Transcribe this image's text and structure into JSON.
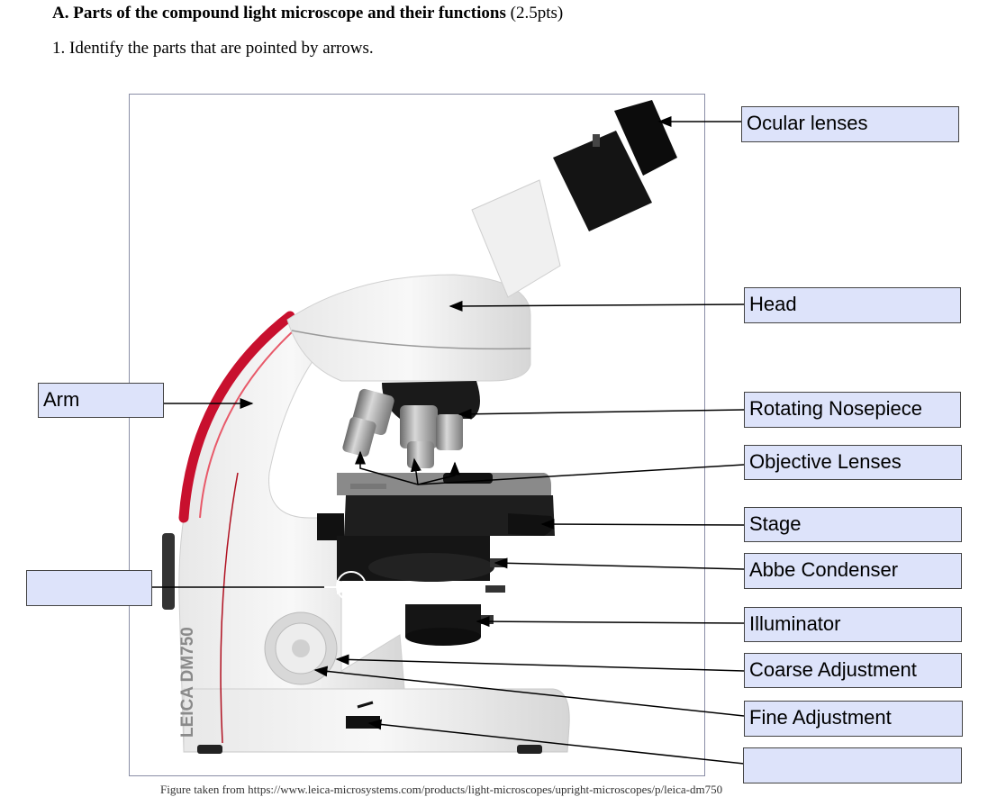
{
  "header": {
    "title": "A. Parts of the compound light microscope and their functions",
    "points": "(2.5pts)",
    "instruction": "1. Identify the parts that are pointed by arrows."
  },
  "figure": {
    "brand_text": "LEICA DM750",
    "caption": "Figure taken from https://www.leica-microsystems.com/products/light-microscopes/upright-microscopes/p/leica-dm750"
  },
  "labels": {
    "ocular": "Ocular lenses",
    "head": "Head",
    "arm": "Arm",
    "nosepiece": "Rotating Nosepiece",
    "objective": "Objective Lenses",
    "stage": "Stage",
    "blank_left": "",
    "condenser": "Abbe Condenser",
    "illuminator": "Illuminator",
    "coarse": "Coarse Adjustment",
    "fine": "Fine Adjustment",
    "blank_bottom": ""
  }
}
